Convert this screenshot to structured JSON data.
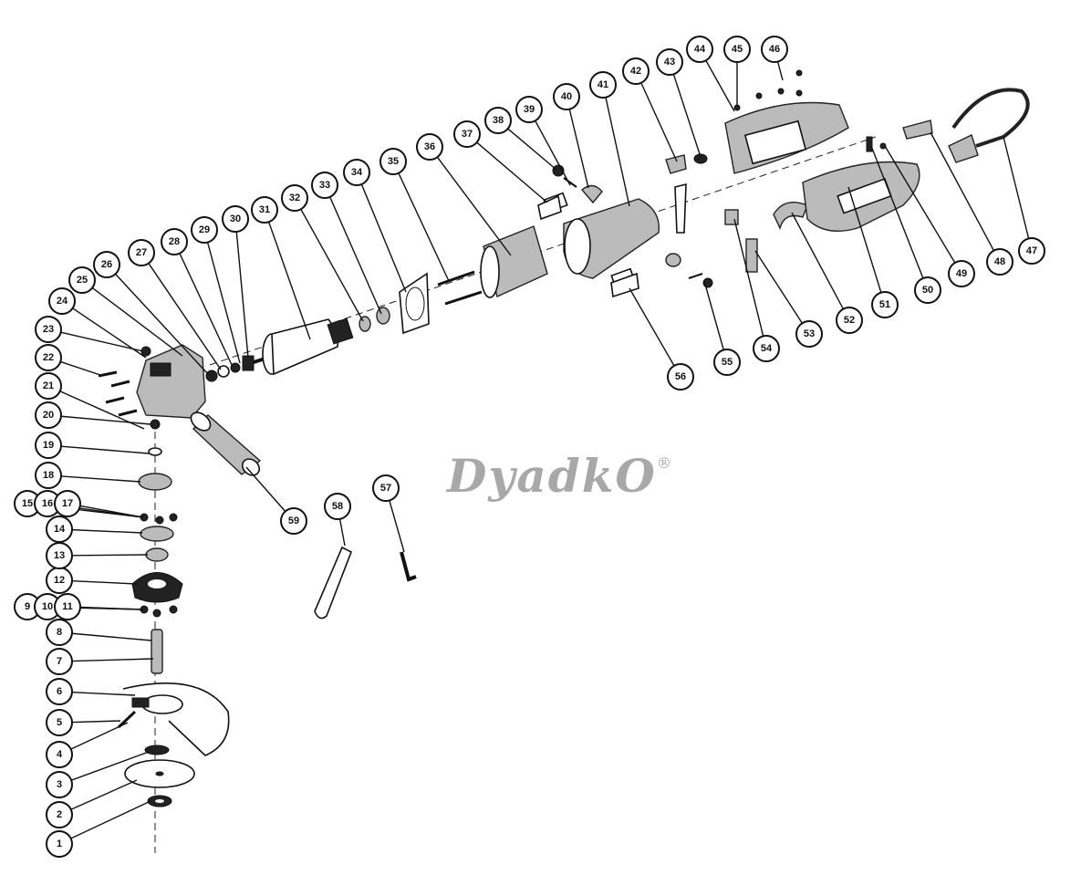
{
  "title": "Angle grinder exploded parts diagram",
  "watermark": {
    "text": "DyadkO",
    "mark": "®"
  },
  "callouts": [
    "1",
    "2",
    "3",
    "4",
    "5",
    "6",
    "7",
    "8",
    "9",
    "10",
    "11",
    "12",
    "13",
    "14",
    "15",
    "16",
    "17",
    "18",
    "19",
    "20",
    "21",
    "22",
    "23",
    "24",
    "25",
    "26",
    "27",
    "28",
    "29",
    "30",
    "31",
    "32",
    "33",
    "34",
    "35",
    "36",
    "37",
    "38",
    "39",
    "40",
    "41",
    "42",
    "43",
    "44",
    "45",
    "46",
    "47",
    "48",
    "49",
    "50",
    "51",
    "52",
    "53",
    "54",
    "55",
    "56",
    "57",
    "58",
    "59"
  ]
}
